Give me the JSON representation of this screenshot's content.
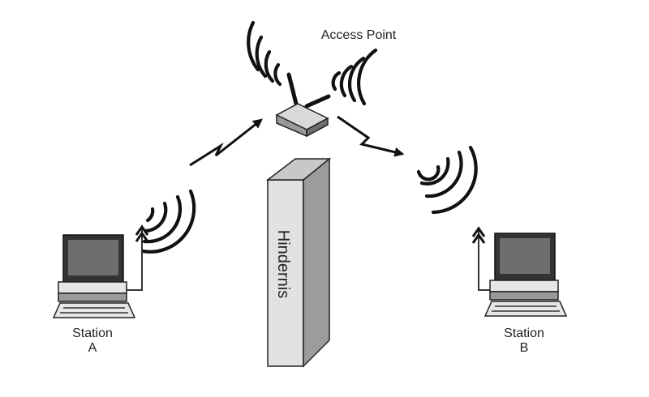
{
  "diagram": {
    "access_point_label": "Access Point",
    "obstacle_label": "Hindernis",
    "station_a": {
      "line1": "Station",
      "line2": "A"
    },
    "station_b": {
      "line1": "Station",
      "line2": "B"
    }
  },
  "colors": {
    "line": "#111111",
    "device_dark": "#333333",
    "device_mid": "#9a9a9a",
    "device_light": "#e6e6e6",
    "screen": "#6e6e6e",
    "wall_front": "#e2e2e2",
    "wall_side": "#9c9c9c",
    "wall_top": "#c8c8c8"
  }
}
